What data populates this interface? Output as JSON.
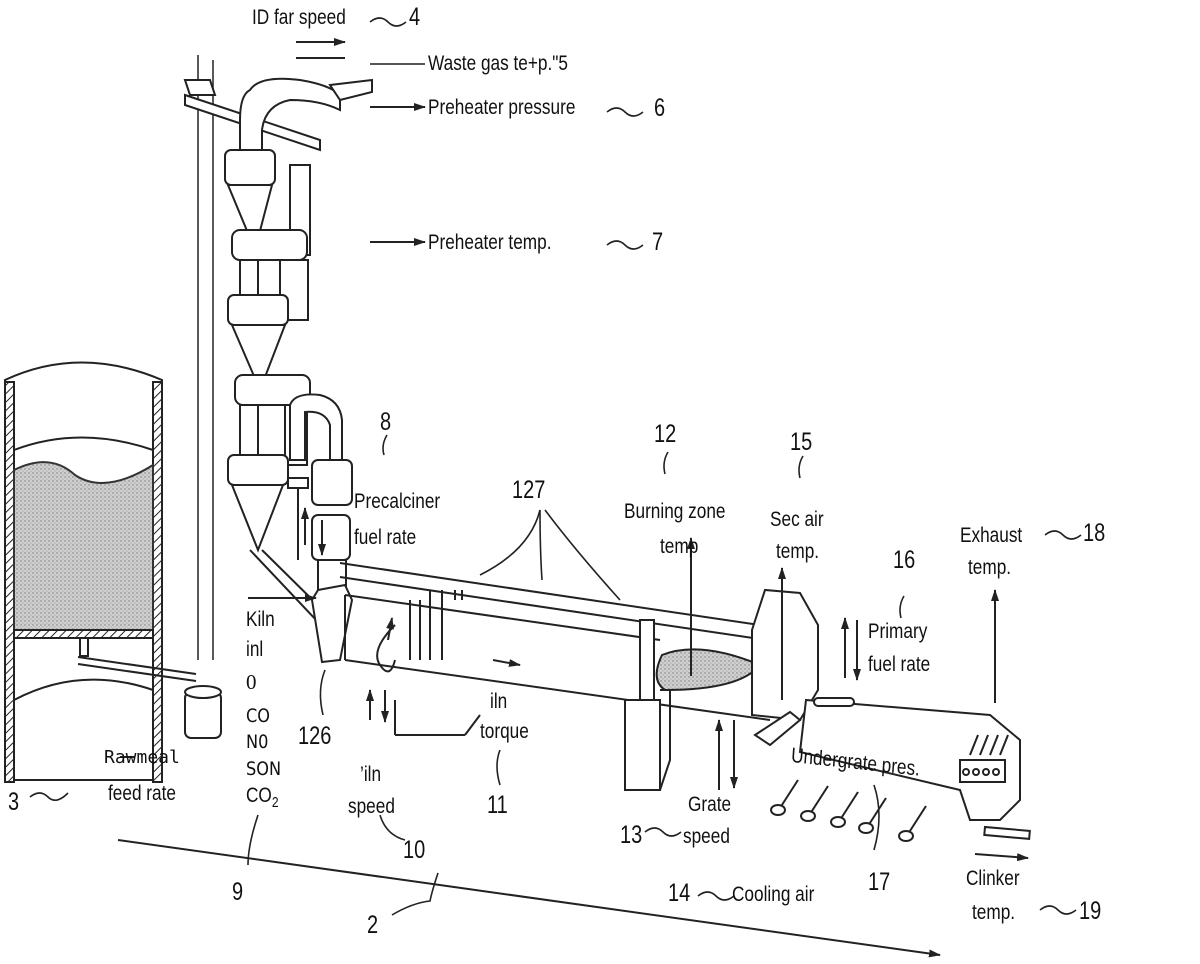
{
  "diagram": {
    "labels": {
      "id_fan_speed": "ID far speed",
      "id_fan_speed_ref": "4",
      "waste_gas": "Waste  gas  te+p.\"5",
      "preheater_pressure": "Preheater pressure",
      "preheater_pressure_ref": "6",
      "preheater_temp": "Preheater temp.",
      "preheater_temp_ref": "7",
      "precalciner_ref": "8",
      "precalciner_line1": "Precalciner",
      "precalciner_line2": "fuel rate",
      "kiln_inlet_line1": "Kiln",
      "kiln_inlet_line2": "inl",
      "gas_o": "0",
      "gas_co": "CO",
      "gas_no": "N0",
      "gas_son": "SON",
      "gas_co2": "CO",
      "gas_co2_sub": "2",
      "gas_ref": "9",
      "ref_126": "126",
      "ref_127": "127",
      "kiln_speed_line1": "’iln",
      "kiln_speed_line2": "speed",
      "kiln_speed_ref": "10",
      "kiln_torque_line1": "iln",
      "kiln_torque_line2": "torque",
      "kiln_torque_ref": "11",
      "burning_zone_ref": "12",
      "burning_zone_line1": "Burning zone",
      "burning_zone_line2": "temp",
      "sec_air_ref": "15",
      "sec_air_line1": "Sec air",
      "sec_air_line2": "temp.",
      "primary_fuel_ref": "16",
      "primary_fuel_line1": "Primary",
      "primary_fuel_line2": "fuel rate",
      "exhaust_line1": "Exhaust",
      "exhaust_line2": "temp.",
      "exhaust_ref": "18",
      "rawmeal_line1": "Rawmeal",
      "rawmeal_line2": "feed rate",
      "rawmeal_ref": "3",
      "grate_line1": "Grate",
      "grate_line2": "speed",
      "grate_ref": "13",
      "undergrate": "Undergrate pres.",
      "undergrate_ref": "17",
      "cooling_air": "Cooling air",
      "cooling_air_ref": "14",
      "clinker_line1": "Clinker",
      "clinker_line2": "temp.",
      "clinker_ref": "19",
      "flow_ref": "2"
    },
    "colors": {
      "ink": "#111111",
      "stipple": "#bdbdbd",
      "background": "#ffffff"
    }
  }
}
